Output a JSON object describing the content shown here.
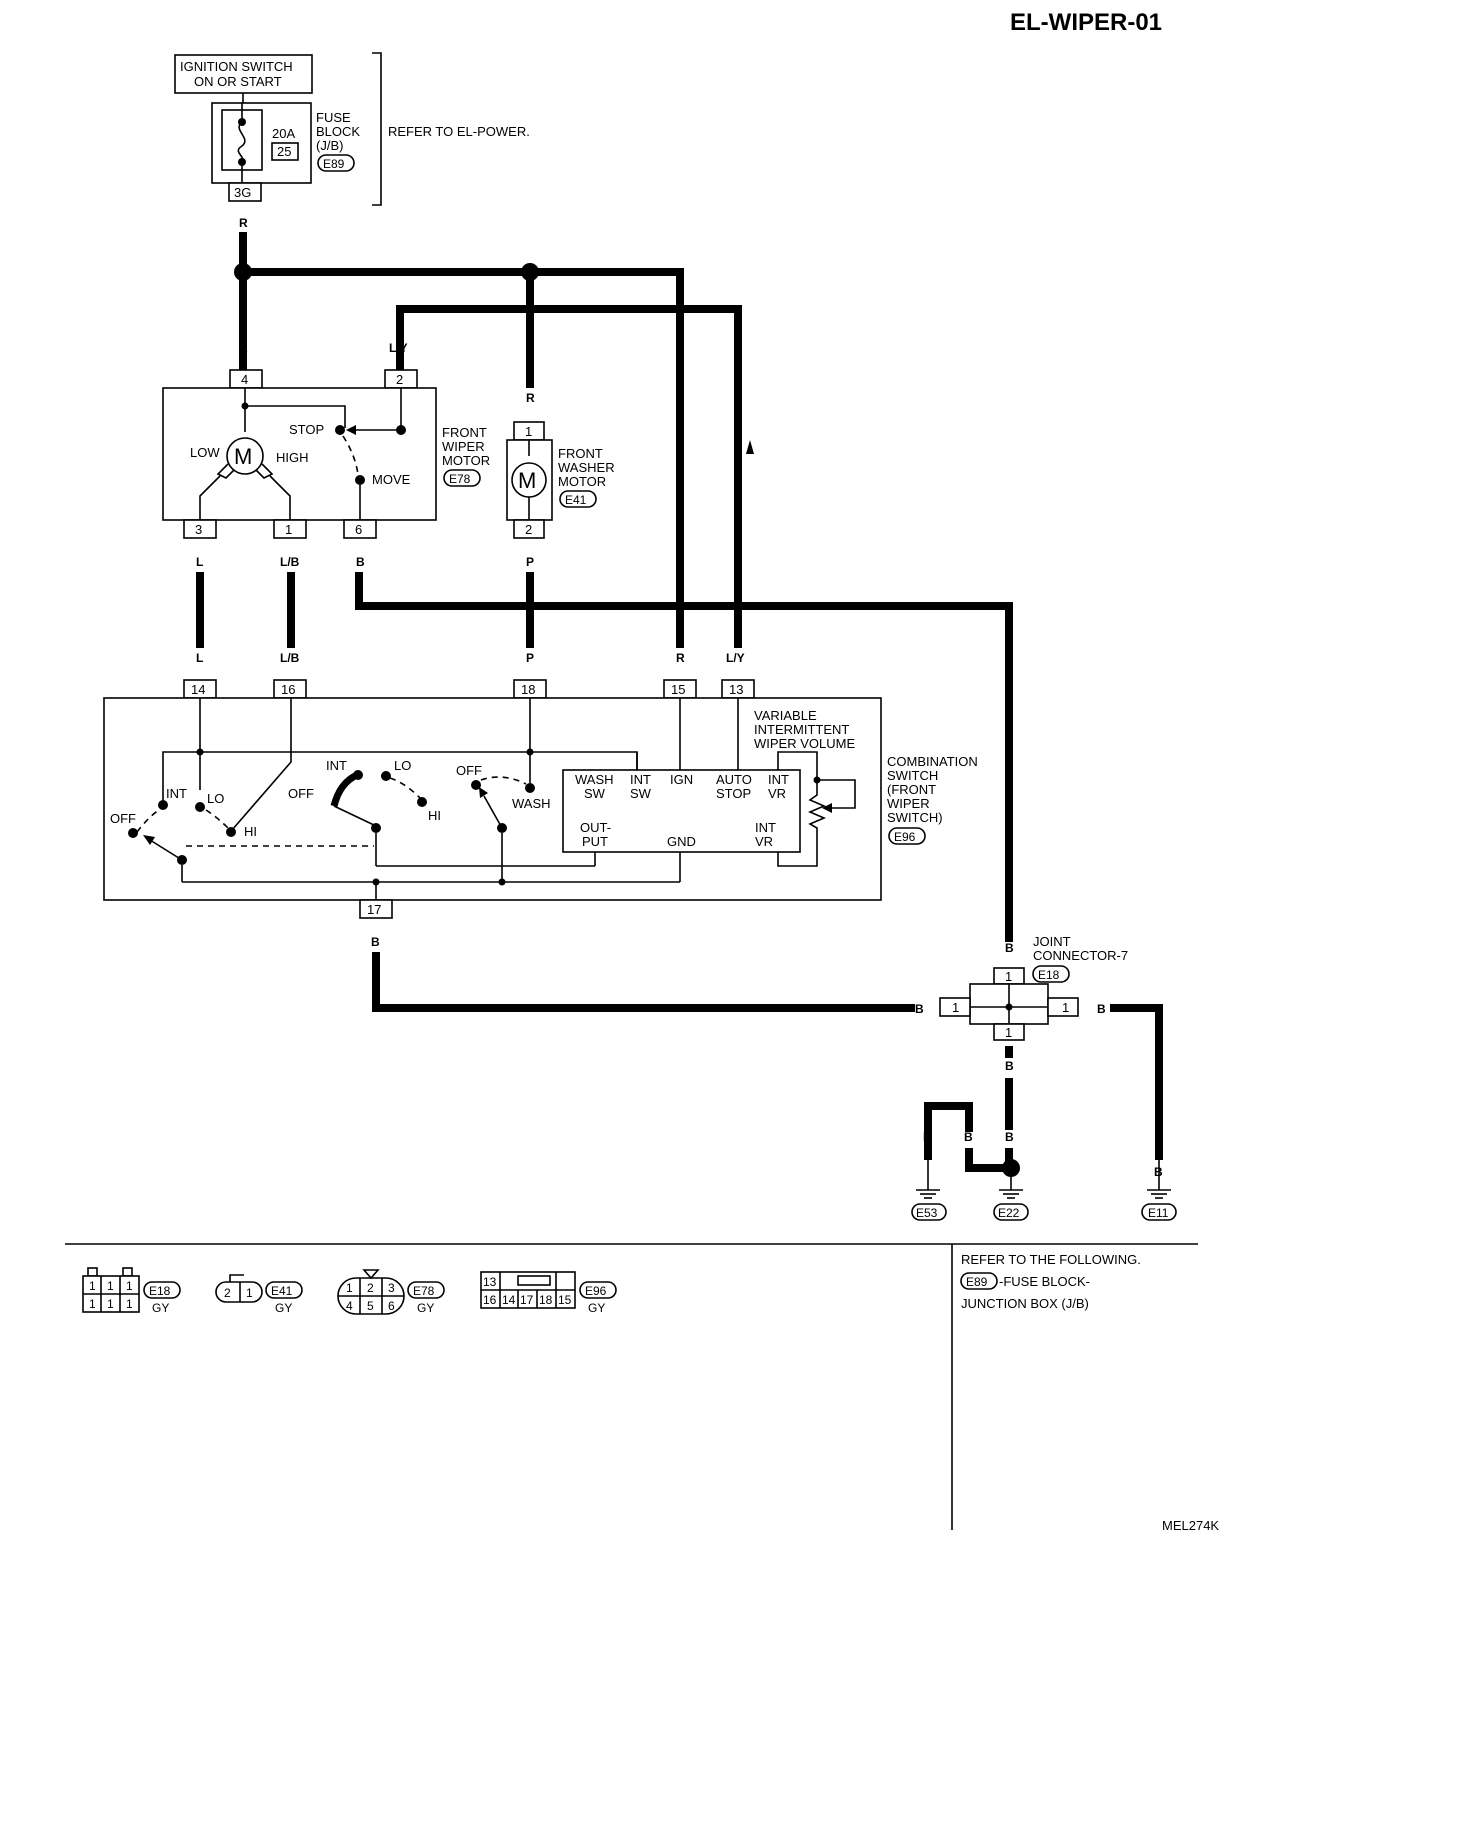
{
  "title": "EL-WIPER-01",
  "diagram_code": "MEL274K",
  "power": {
    "ignition_line1": "IGNITION SWITCH",
    "ignition_line2": "ON OR START",
    "fuse_amp": "20A",
    "fuse_no": "25",
    "fuse_block_label": [
      "FUSE",
      "BLOCK",
      "(J/B)"
    ],
    "fuse_block_conn": "E89",
    "fuse_terminal": "3G",
    "refer_note": "REFER TO EL-POWER."
  },
  "front_wiper_motor": {
    "label": [
      "FRONT",
      "WIPER",
      "MOTOR"
    ],
    "conn": "E78",
    "terminals": [
      "4",
      "2",
      "3",
      "1",
      "6"
    ],
    "low": "LOW",
    "high": "HIGH",
    "stop": "STOP",
    "move": "MOVE",
    "motor": "M"
  },
  "front_washer_motor": {
    "label": [
      "FRONT",
      "WASHER",
      "MOTOR"
    ],
    "conn": "E41",
    "terminals": [
      "1",
      "2"
    ],
    "motor": "M"
  },
  "wire_colors": {
    "fuse_out": "R",
    "wm4": "R",
    "wm2": "L/Y",
    "wm3": "L",
    "wm1": "L/B",
    "wm6": "B",
    "wash1": "R",
    "wash2": "P",
    "cs14": "L",
    "cs16": "L/B",
    "cs18": "P",
    "cs15": "R",
    "cs13": "L/Y",
    "cs17": "B",
    "jc_top": "B",
    "jc_left": "B",
    "jc_right": "B",
    "jc_bottom": "B",
    "g_e53": "B",
    "g_mid": "B",
    "g_e22": "B",
    "g_e11": "B"
  },
  "combination_switch": {
    "label": [
      "COMBINATION",
      "SWITCH",
      "(FRONT",
      "WIPER",
      "SWITCH)"
    ],
    "conn": "E96",
    "terminals": [
      "14",
      "16",
      "18",
      "15",
      "13",
      "17"
    ],
    "vr_label": [
      "VARIABLE",
      "INTERMITTENT",
      "WIPER VOLUME"
    ],
    "left_positions": {
      "off": "OFF",
      "int": "INT",
      "lo": "LO",
      "hi": "HI"
    },
    "mid_positions": {
      "int": "INT",
      "lo": "LO",
      "off": "OFF",
      "hi": "HI"
    },
    "wash_positions": {
      "off": "OFF",
      "wash": "WASH"
    },
    "module": {
      "wash_sw": [
        "WASH",
        "SW"
      ],
      "int_sw": [
        "INT",
        "SW"
      ],
      "ign": "IGN",
      "auto_stop": [
        "AUTO",
        "STOP"
      ],
      "int_vr_top": [
        "INT",
        "VR"
      ],
      "output": [
        "OUT-",
        "PUT"
      ],
      "gnd": "GND",
      "int_vr_bot": [
        "INT",
        "VR"
      ]
    }
  },
  "joint_connector": {
    "label": [
      "JOINT",
      "CONNECTOR-7"
    ],
    "conn": "E18",
    "pin": "1"
  },
  "grounds": [
    "E53",
    "E22",
    "E11"
  ],
  "legend": {
    "e18": {
      "conn": "E18",
      "color": "GY",
      "pins": [
        "1",
        "1",
        "1",
        "1",
        "1",
        "1"
      ]
    },
    "e41": {
      "conn": "E41",
      "color": "GY",
      "pins": [
        "2",
        "1"
      ]
    },
    "e78": {
      "conn": "E78",
      "color": "GY",
      "pins": [
        "1",
        "2",
        "3",
        "4",
        "5",
        "6"
      ]
    },
    "e96": {
      "conn": "E96",
      "color": "GY",
      "pins": [
        "13",
        "16",
        "14",
        "17",
        "18",
        "15"
      ]
    }
  },
  "refer_following": {
    "line1": "REFER TO THE FOLLOWING.",
    "conn": "E89",
    "line2": "-FUSE BLOCK-",
    "line3": "JUNCTION BOX (J/B)"
  }
}
